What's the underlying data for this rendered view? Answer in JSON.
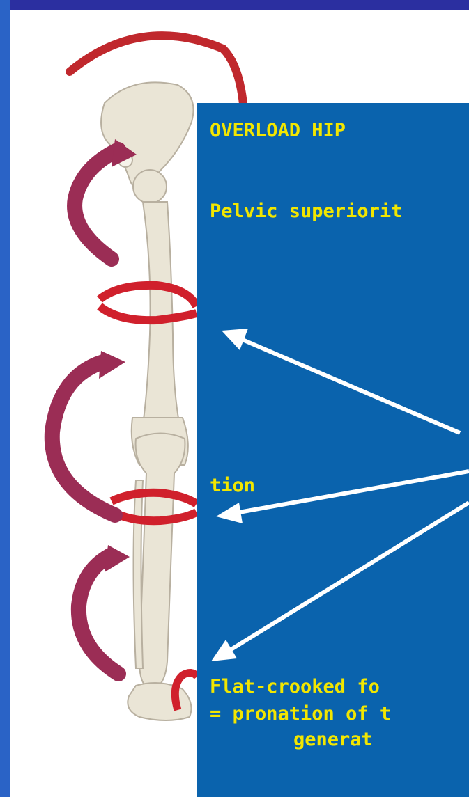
{
  "panel": {
    "title": "OVERLOAD HIP",
    "pelvic": "Pelvic superiorit",
    "tion": "tion",
    "flat": "Flat-crooked fo",
    "pronation": "= pronation of t",
    "generate": "generat"
  },
  "colors": {
    "frame": "#2a63c6",
    "panel": "#0a63ad",
    "panel_text": "#f2e600",
    "arrow": "#ffffff",
    "curved_arrow": "#9b2d55",
    "ring": "#d0202c",
    "bone": "#eae5d6"
  }
}
